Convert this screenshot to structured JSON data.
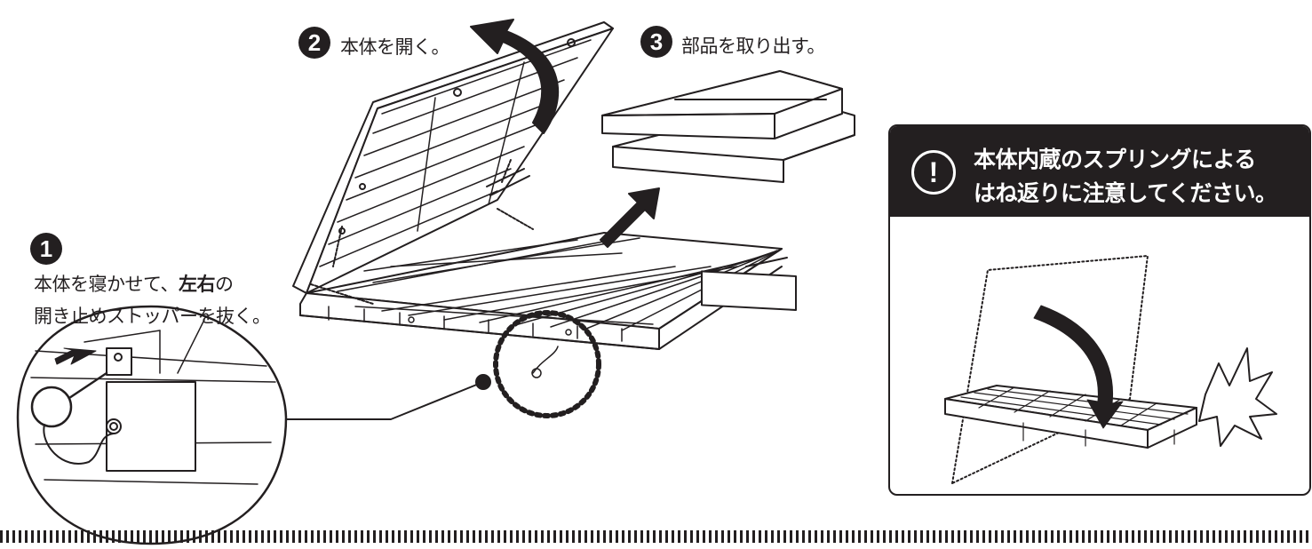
{
  "steps": [
    {
      "number": "1",
      "text_a": "本体を寝かせて、",
      "text_emph": "左右",
      "text_b": "の",
      "text_line2": "開き止めストッパーを抜く。"
    },
    {
      "number": "2",
      "text": "本体を開く。"
    },
    {
      "number": "3",
      "text": "部品を取り出す。"
    }
  ],
  "warning": {
    "icon": "!",
    "line1": "本体内蔵のスプリングによる",
    "line2": "はね返りに注意してください。"
  },
  "icons": [
    "exclamation-circle-icon",
    "curved-up-arrow-icon",
    "diagonal-arrow-icon",
    "curved-down-arrow-icon",
    "left-arrow-icon",
    "impact-burst-icon"
  ],
  "colors": {
    "ink": "#231f20",
    "background": "#ffffff"
  }
}
